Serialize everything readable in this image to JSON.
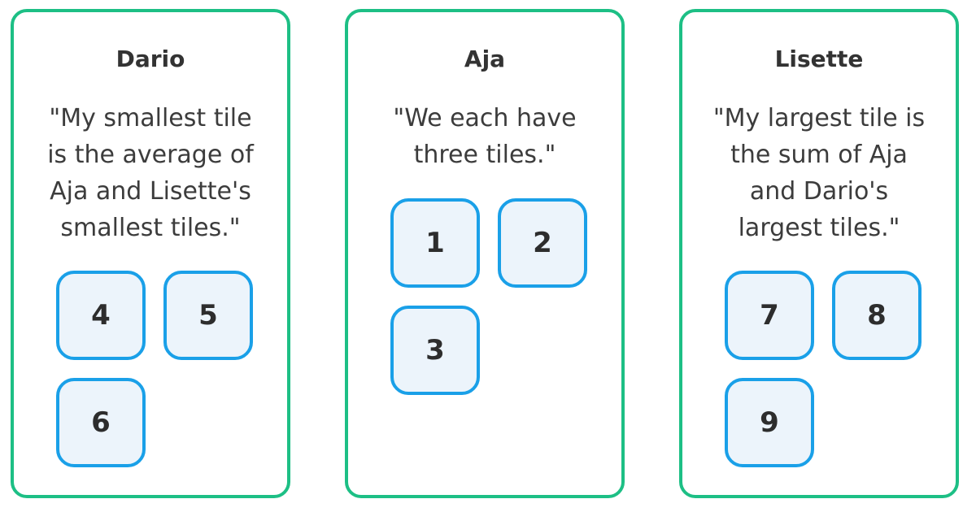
{
  "cards": [
    {
      "name": "Dario",
      "quote": "\"My smallest tile is the average of Aja and Lisette's smallest tiles.\"",
      "tiles": [
        "4",
        "5",
        "6"
      ]
    },
    {
      "name": "Aja",
      "quote": "\"We each have three tiles.\"",
      "tiles": [
        "1",
        "2",
        "3"
      ]
    },
    {
      "name": "Lisette",
      "quote": "\"My largest tile is the sum of Aja and Dario's largest tiles.\"",
      "tiles": [
        "7",
        "8",
        "9"
      ]
    }
  ],
  "colors": {
    "card_border": "#1dbf85",
    "tile_border": "#1aa0e8",
    "tile_fill": "#ecf4fb",
    "text": "#333333"
  }
}
